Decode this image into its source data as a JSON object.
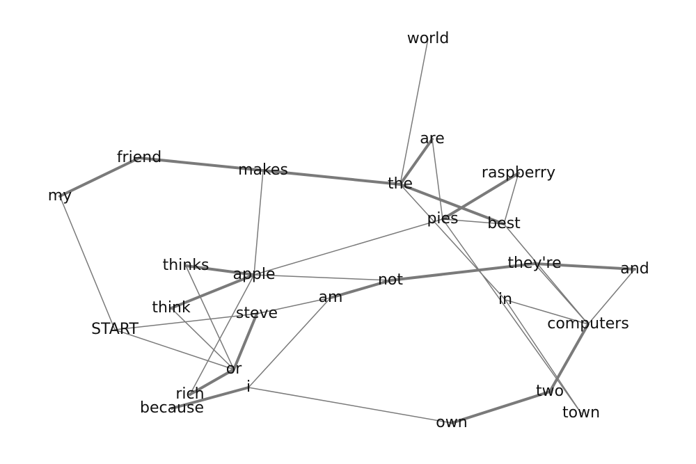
{
  "graph": {
    "edge_color": "#7a7a7a",
    "label_color": "#111111",
    "background": "#ffffff",
    "nodes": [
      {
        "id": "world",
        "label": "world"
      },
      {
        "id": "are",
        "label": "are"
      },
      {
        "id": "raspberry",
        "label": "raspberry"
      },
      {
        "id": "friend",
        "label": "friend"
      },
      {
        "id": "makes",
        "label": "makes"
      },
      {
        "id": "the",
        "label": "the"
      },
      {
        "id": "my",
        "label": "my"
      },
      {
        "id": "pies",
        "label": "pies"
      },
      {
        "id": "best",
        "label": "best"
      },
      {
        "id": "thinks",
        "label": "thinks"
      },
      {
        "id": "apple",
        "label": "apple"
      },
      {
        "id": "theyre",
        "label": "they're"
      },
      {
        "id": "and",
        "label": "and"
      },
      {
        "id": "not",
        "label": "not"
      },
      {
        "id": "am",
        "label": "am"
      },
      {
        "id": "in",
        "label": "in"
      },
      {
        "id": "think",
        "label": "think"
      },
      {
        "id": "steve",
        "label": "steve"
      },
      {
        "id": "computers",
        "label": "computers"
      },
      {
        "id": "START",
        "label": "START"
      },
      {
        "id": "or",
        "label": "or"
      },
      {
        "id": "i",
        "label": "i"
      },
      {
        "id": "rich",
        "label": "rich"
      },
      {
        "id": "because",
        "label": "because"
      },
      {
        "id": "two",
        "label": "two"
      },
      {
        "id": "town",
        "label": "town"
      },
      {
        "id": "own",
        "label": "own"
      }
    ],
    "edges": [
      {
        "from": "my",
        "to": "friend",
        "weight": 2
      },
      {
        "from": "friend",
        "to": "makes",
        "weight": 2
      },
      {
        "from": "makes",
        "to": "the",
        "weight": 2
      },
      {
        "from": "the",
        "to": "are",
        "weight": 2
      },
      {
        "from": "the",
        "to": "best",
        "weight": 2
      },
      {
        "from": "the",
        "to": "world",
        "weight": 1
      },
      {
        "from": "the",
        "to": "in",
        "weight": 1
      },
      {
        "from": "are",
        "to": "pies",
        "weight": 1
      },
      {
        "from": "raspberry",
        "to": "pies",
        "weight": 2
      },
      {
        "from": "raspberry",
        "to": "best",
        "weight": 1
      },
      {
        "from": "pies",
        "to": "best",
        "weight": 1
      },
      {
        "from": "pies",
        "to": "apple",
        "weight": 1
      },
      {
        "from": "pies",
        "to": "town",
        "weight": 1
      },
      {
        "from": "best",
        "to": "computers",
        "weight": 1
      },
      {
        "from": "makes",
        "to": "apple",
        "weight": 1
      },
      {
        "from": "thinks",
        "to": "apple",
        "weight": 2
      },
      {
        "from": "thinks",
        "to": "or",
        "weight": 1
      },
      {
        "from": "apple",
        "to": "think",
        "weight": 2
      },
      {
        "from": "apple",
        "to": "not",
        "weight": 1
      },
      {
        "from": "apple",
        "to": "rich",
        "weight": 1
      },
      {
        "from": "not",
        "to": "theyre",
        "weight": 2
      },
      {
        "from": "not",
        "to": "am",
        "weight": 2
      },
      {
        "from": "theyre",
        "to": "and",
        "weight": 2
      },
      {
        "from": "theyre",
        "to": "computers",
        "weight": 1
      },
      {
        "from": "and",
        "to": "computers",
        "weight": 1
      },
      {
        "from": "am",
        "to": "steve",
        "weight": 1
      },
      {
        "from": "am",
        "to": "i",
        "weight": 1
      },
      {
        "from": "steve",
        "to": "START",
        "weight": 1
      },
      {
        "from": "steve",
        "to": "or",
        "weight": 2
      },
      {
        "from": "think",
        "to": "or",
        "weight": 1
      },
      {
        "from": "START",
        "to": "my",
        "weight": 1
      },
      {
        "from": "START",
        "to": "or",
        "weight": 1
      },
      {
        "from": "or",
        "to": "rich",
        "weight": 2
      },
      {
        "from": "i",
        "to": "because",
        "weight": 2
      },
      {
        "from": "i",
        "to": "own",
        "weight": 1
      },
      {
        "from": "own",
        "to": "two",
        "weight": 2
      },
      {
        "from": "two",
        "to": "computers",
        "weight": 2
      },
      {
        "from": "in",
        "to": "computers",
        "weight": 1
      },
      {
        "from": "in",
        "to": "town",
        "weight": 1
      }
    ]
  }
}
